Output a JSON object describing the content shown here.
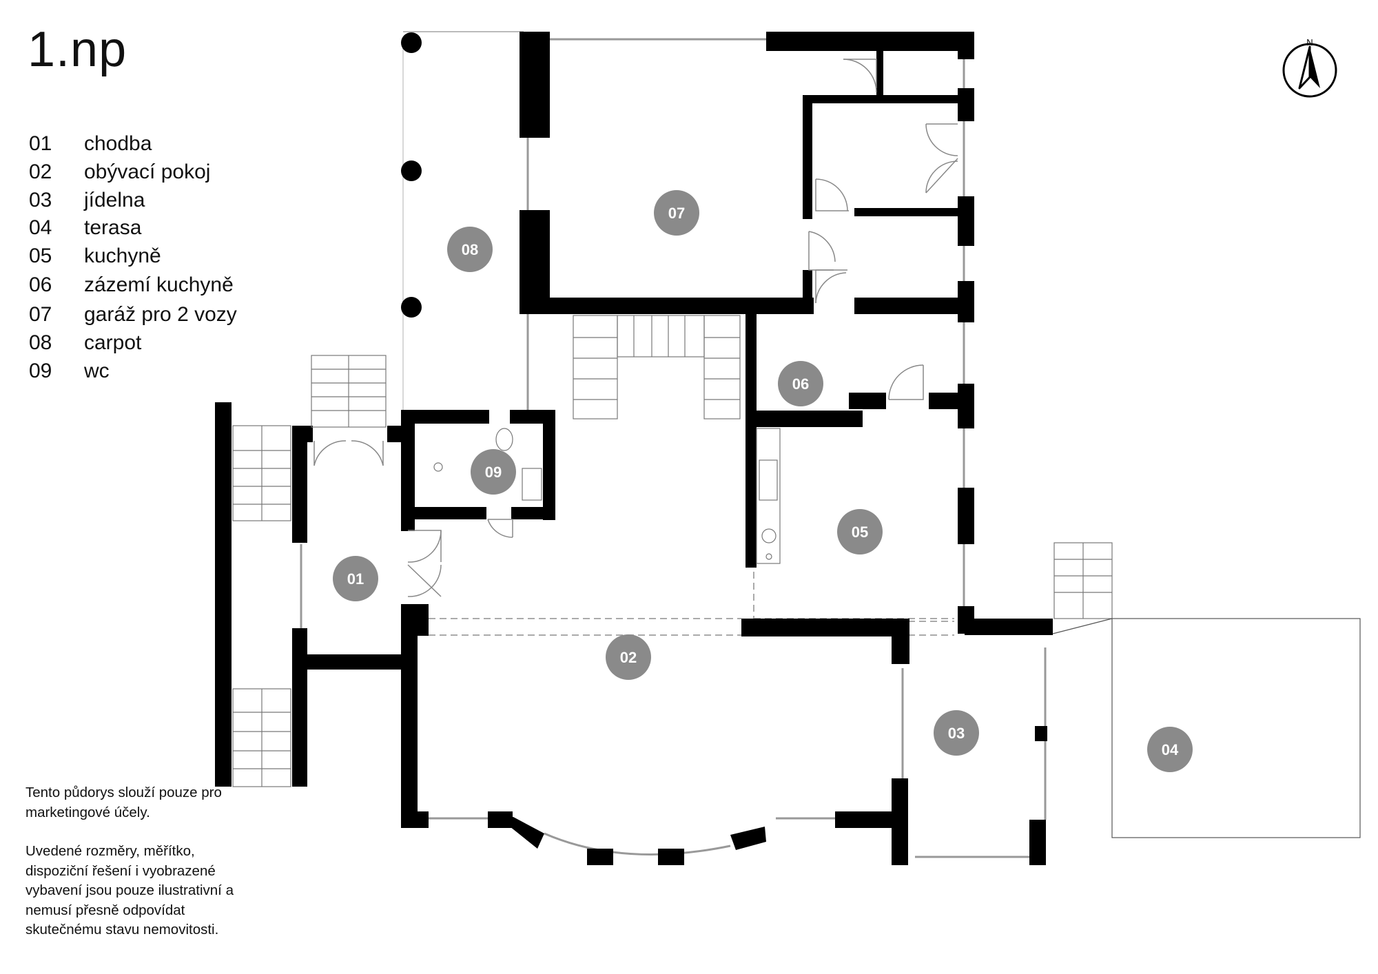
{
  "title": "1.np",
  "legend": [
    {
      "num": "01",
      "name": "chodba"
    },
    {
      "num": "02",
      "name": "obývací pokoj"
    },
    {
      "num": "03",
      "name": "jídelna"
    },
    {
      "num": "04",
      "name": "terasa"
    },
    {
      "num": "05",
      "name": "kuchyně"
    },
    {
      "num": "06",
      "name": "zázemí kuchyně"
    },
    {
      "num": "07",
      "name": "garáž pro 2 vozy"
    },
    {
      "num": "08",
      "name": "carpot"
    },
    {
      "num": "09",
      "name": "wc"
    }
  ],
  "disclaimer": {
    "p1": "Tento půdorys slouží pouze pro marketingové účely.",
    "p2": "Uvedené rozměry, měřítko, dispoziční řešení i vyobrazené vybavení jsou pouze ilustrativní a nemusí přesně odpovídat skutečnému stavu nemovitosti."
  },
  "compass": {
    "label": "N",
    "icon": "north-arrow-icon"
  },
  "room_markers": [
    "01",
    "02",
    "03",
    "04",
    "05",
    "06",
    "07",
    "08",
    "09"
  ],
  "colors": {
    "wall": "#000000",
    "marker": "#8a8a8a",
    "marker_text": "#ffffff",
    "line": "#9a9a9a"
  }
}
